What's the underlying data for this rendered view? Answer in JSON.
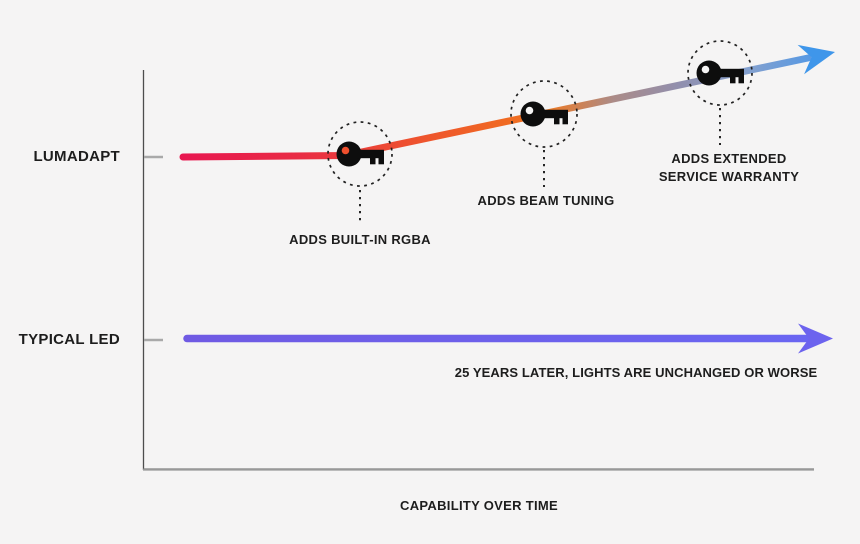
{
  "background": "#f5f4f4",
  "chart_data": {
    "type": "line",
    "title": "",
    "xlabel": "CAPABILITY OVER TIME",
    "ylabel": "",
    "x_axis": {
      "ticks": [],
      "label": "CAPABILITY OVER TIME"
    },
    "y_axis": {
      "ticks": [
        "TYPICAL LED",
        "LUMADAPT"
      ]
    },
    "series": [
      {
        "name": "LUMADAPT",
        "shape": "flat then rising to top-right with arrow",
        "x_norm": [
          0.0,
          0.25,
          1.0
        ],
        "capability_norm": [
          0.55,
          0.56,
          0.95
        ],
        "gradient": [
          "#e81750",
          "#ee512f",
          "#f06b22",
          "#ab8b88",
          "#918fae",
          "#4596ec"
        ],
        "milestones": [
          {
            "label": "ADDS BUILT-IN RGBA",
            "icon": "key",
            "x_norm": 0.27
          },
          {
            "label": "ADDS BEAM TUNING",
            "icon": "key",
            "x_norm": 0.55
          },
          {
            "label": "ADDS EXTENDED SERVICE WARRANTY",
            "icon": "key",
            "x_norm": 0.82
          }
        ]
      },
      {
        "name": "TYPICAL LED",
        "shape": "flat with arrow",
        "x_norm": [
          0.0,
          1.0
        ],
        "capability_norm": [
          0.28,
          0.28
        ],
        "gradient": [
          "#6f5ae3",
          "#6a66f2"
        ],
        "annotation": "25 YEARS LATER, LIGHTS ARE UNCHANGED OR WORSE"
      }
    ]
  }
}
